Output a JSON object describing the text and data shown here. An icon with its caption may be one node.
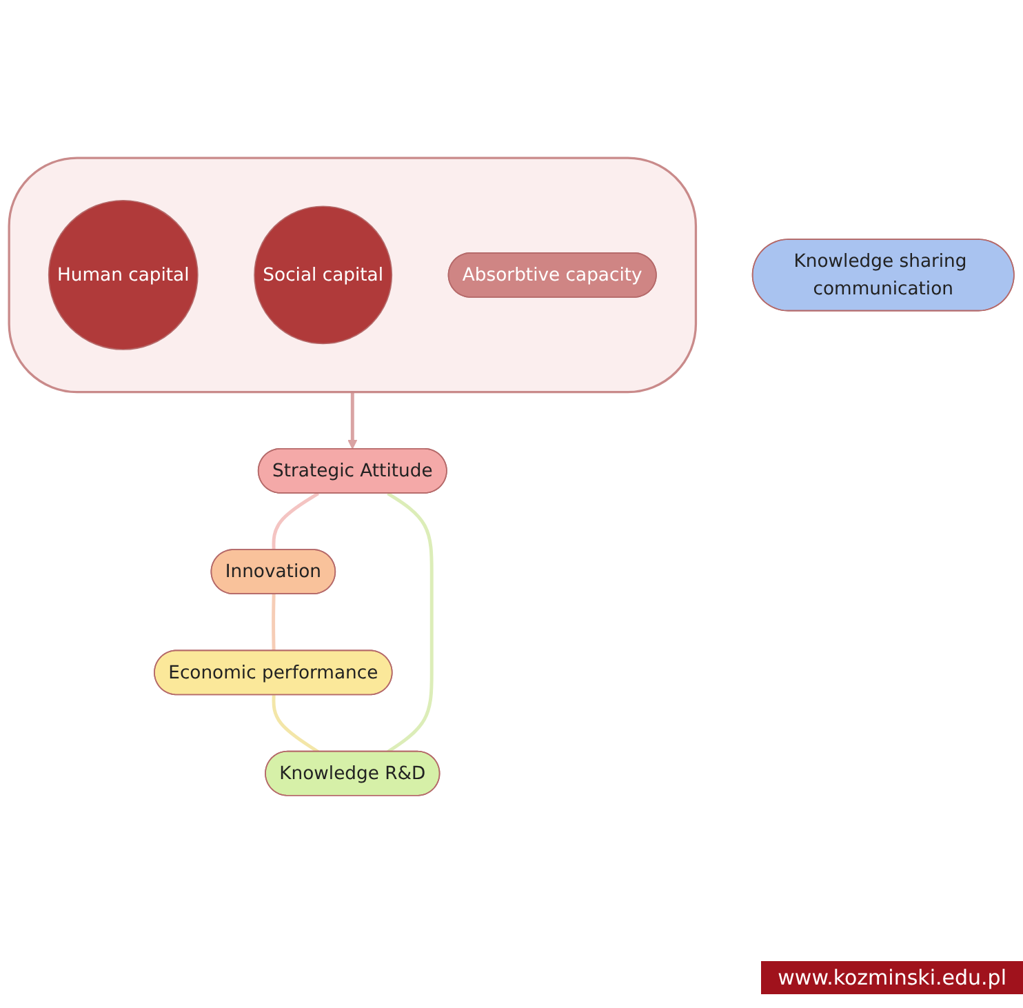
{
  "diagram": {
    "nodes": [
      {
        "text": [],
        "shape": "funnel"
      },
      {
        "text": [
          "Human capital"
        ],
        "in": 0
      },
      {
        "text": [
          "Social capital"
        ],
        "in": 0
      },
      {
        "text": [
          "Absorbtive capacity"
        ],
        "in": 0
      },
      {
        "text": [
          "Strategic Attitude"
        ]
      },
      {
        "text": [
          "Knowledge R&D"
        ]
      },
      {
        "text": [
          "Knowledge sharing communication"
        ]
      },
      {
        "text": [
          "Innovation"
        ]
      },
      {
        "text": [
          "Economic performance"
        ]
      }
    ],
    "edges": [
      {
        "from": 0,
        "to": 4,
        "arrow": "to",
        "color": "#d9a3a3"
      },
      {
        "from": 4,
        "to": 7,
        "arrow": "none",
        "color": "#f4c4c2"
      },
      {
        "from": 7,
        "to": 8,
        "arrow": "none",
        "color": "#f6cdb6"
      },
      {
        "from": 8,
        "to": 5,
        "arrow": "none",
        "color": "#f3e6a8"
      },
      {
        "from": 5,
        "to": 4,
        "arrow": "none",
        "color": "#dcedb8"
      }
    ],
    "labels": [
      "www.kozminski.edu.pl"
    ]
  }
}
